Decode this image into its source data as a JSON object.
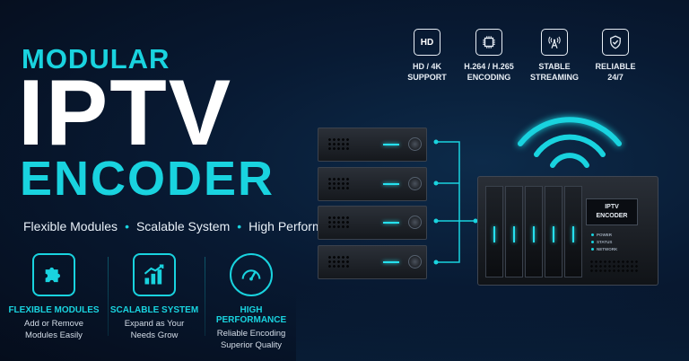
{
  "hero": {
    "line1": "MODULAR",
    "line2": "IPTV",
    "line3": "ENCODER"
  },
  "tagline": {
    "items": [
      "Flexible Modules",
      "Scalable System",
      "High Performance"
    ],
    "separator": "•"
  },
  "features": [
    {
      "icon": "puzzle-icon",
      "title": "FLEXIBLE MODULES",
      "desc1": "Add or Remove",
      "desc2": "Modules Easily"
    },
    {
      "icon": "growth-chart-icon",
      "title": "SCALABLE SYSTEM",
      "desc1": "Expand as Your",
      "desc2": "Needs Grow"
    },
    {
      "icon": "speedometer-icon",
      "title": "HIGH PERFORMANCE",
      "desc1": "Reliable Encoding",
      "desc2": "Superior Quality"
    }
  ],
  "top_features": [
    {
      "icon": "hd-icon",
      "icon_text": "HD",
      "line1": "HD / 4K",
      "line2": "SUPPORT"
    },
    {
      "icon": "chip-icon",
      "line1": "H.264 / H.265",
      "line2": "ENCODING"
    },
    {
      "icon": "broadcast-tower-icon",
      "line1": "STABLE",
      "line2": "STREAMING"
    },
    {
      "icon": "shield-check-icon",
      "line1": "RELIABLE",
      "line2": "24/7"
    }
  ],
  "device": {
    "screen_line1": "IPTV",
    "screen_line2": "ENCODER",
    "status": [
      "POWER",
      "STATUS",
      "NETWORK"
    ]
  },
  "colors": {
    "accent": "#19d3df",
    "background": "#081a33",
    "text": "#ffffff"
  }
}
